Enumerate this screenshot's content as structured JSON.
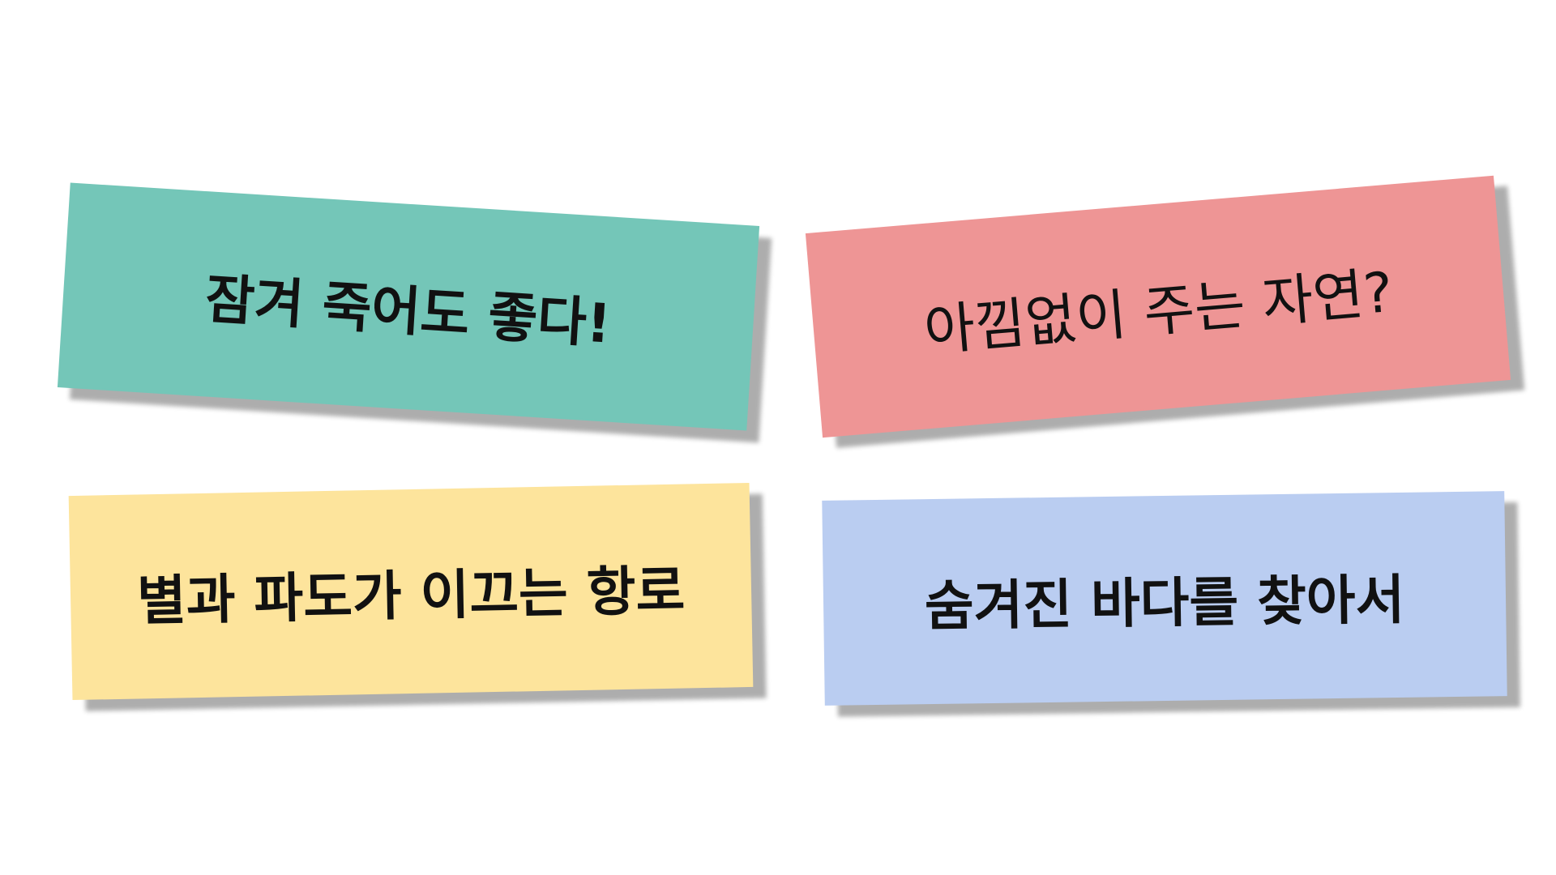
{
  "cards": [
    {
      "text": "잠겨 죽어도 좋다!",
      "color": "#74C6B8"
    },
    {
      "text": "아낌없이 주는 자연?",
      "color": "#EE9595"
    },
    {
      "text": "별과 파도가 이끄는 항로",
      "color": "#FDE49C"
    },
    {
      "text": "숨겨진 바다를 찾아서",
      "color": "#BACDF1"
    }
  ]
}
